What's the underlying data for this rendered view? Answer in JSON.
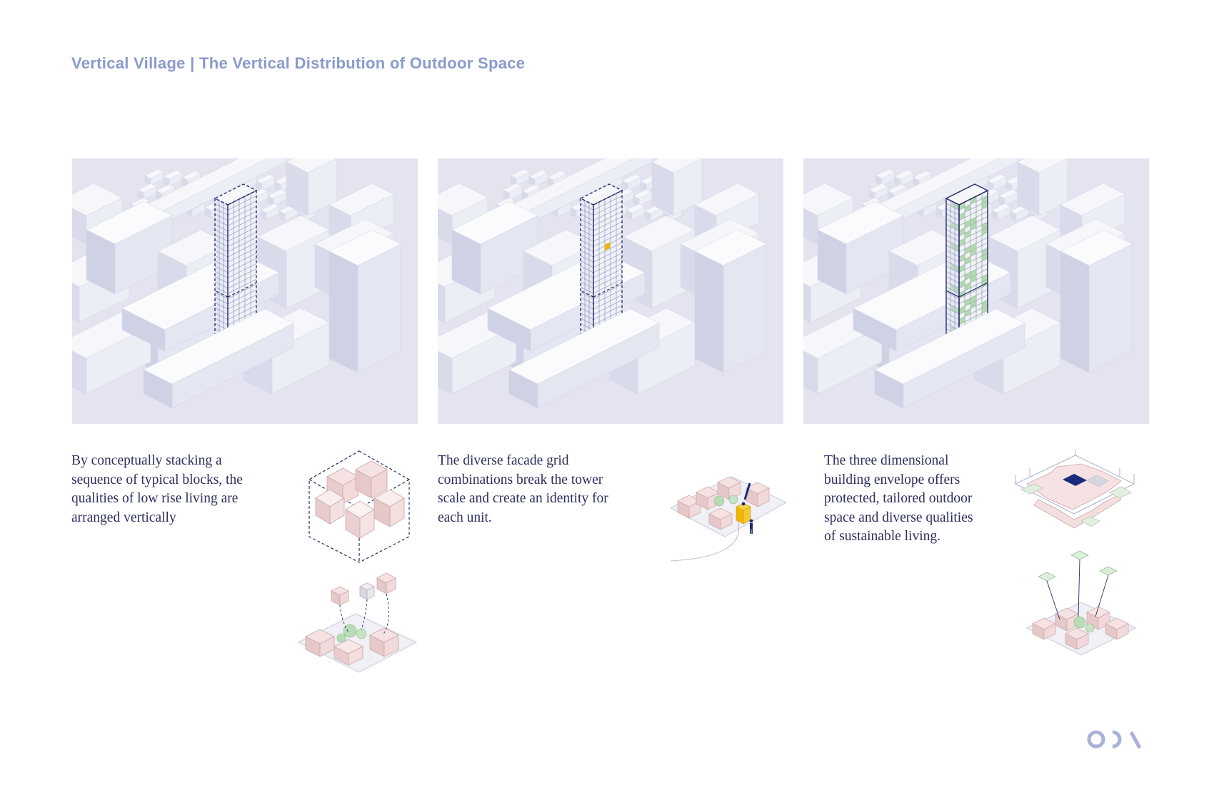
{
  "page": {
    "title": "Vertical Village | The Vertical Distribution of Outdoor Space"
  },
  "colors": {
    "title": "#8a9acd",
    "text": "#2b2f5e",
    "city_model": "#e6e7f2",
    "tower_outline": "#2a2d6b",
    "highlight_unit": "#f2b705",
    "green_space": "#9fcf9c",
    "pink_block": "#f2dcdc",
    "dark_unit": "#1b2a7a",
    "logo": "#aab2d8"
  },
  "panels": [
    {
      "caption_lines": [
        "By conceptually stacking a",
        "sequence of typical blocks, the",
        "qualities of low rise living are",
        "arranged vertically"
      ],
      "tower_fill": "outline",
      "icons": [
        "stacked-blocks-icon",
        "low-rise-block-icon"
      ]
    },
    {
      "caption_lines": [
        "The diverse facade grid",
        "combinations break the tower",
        "scale and create an identity for",
        "each unit."
      ],
      "tower_fill": "highlight",
      "icons": [
        "unit-identity-block-icon",
        "person-icon"
      ]
    },
    {
      "caption_lines": [
        "The three dimensional",
        "building envelope offers",
        "protected, tailored outdoor",
        "space and diverse qualities",
        "of sustainable living."
      ],
      "tower_fill": "green",
      "icons": [
        "floor-plate-icon",
        "outdoor-space-block-icon"
      ]
    }
  ],
  "logo": {
    "name": "oda-logo-icon"
  }
}
